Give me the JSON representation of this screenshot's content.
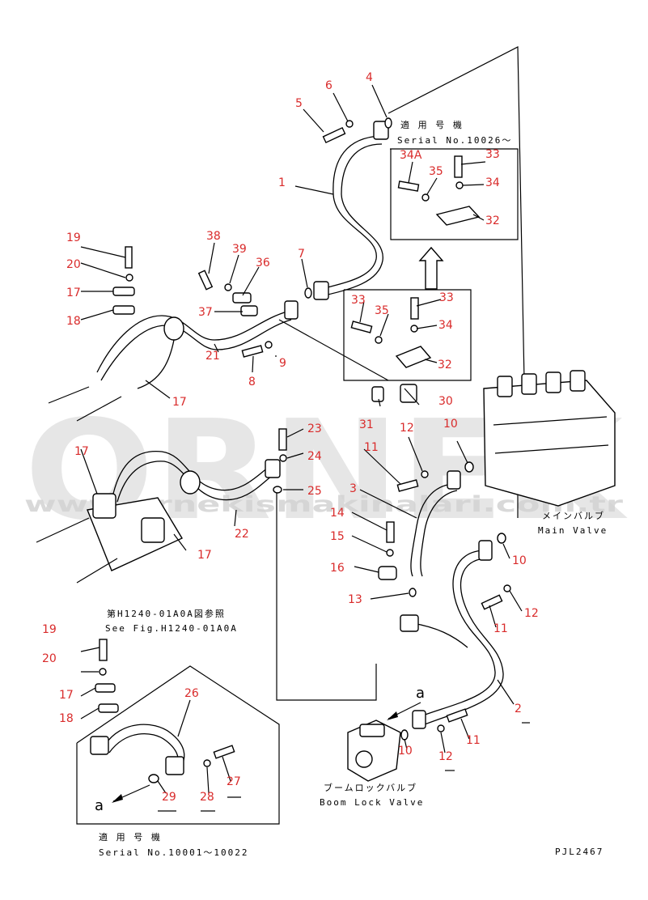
{
  "watermark": {
    "main": "ORNEK",
    "url": "www.ornekismakinalari.com.tr",
    "color": "#d3d3d3"
  },
  "notes": {
    "serial_top_jp": "適 用 号 機",
    "serial_top_en": "Serial No.10026～",
    "see_fig_jp": "第H1240-01A0A図参照",
    "see_fig_en": "See Fig.H1240-01A0A",
    "main_valve_jp": "メインバルブ",
    "main_valve_en": "Main Valve",
    "boom_lock_jp": "ブームロックバルブ",
    "boom_lock_en": "Boom Lock Valve",
    "serial_bottom_jp": "適 用 号 機",
    "serial_bottom_en": "Serial No.10001～10022",
    "drawing_code": "PJL2467",
    "letter_a_1": "a",
    "letter_a_2": "a"
  },
  "callouts": [
    {
      "id": "c1",
      "label": "1"
    },
    {
      "id": "c2",
      "label": "2"
    },
    {
      "id": "c3",
      "label": "3"
    },
    {
      "id": "c4",
      "label": "4"
    },
    {
      "id": "c5",
      "label": "5"
    },
    {
      "id": "c6",
      "label": "6"
    },
    {
      "id": "c7",
      "label": "7"
    },
    {
      "id": "c8",
      "label": "8"
    },
    {
      "id": "c9",
      "label": "9"
    },
    {
      "id": "c10a",
      "label": "10"
    },
    {
      "id": "c10b",
      "label": "10"
    },
    {
      "id": "c10c",
      "label": "10"
    },
    {
      "id": "c11a",
      "label": "11"
    },
    {
      "id": "c11b",
      "label": "11"
    },
    {
      "id": "c11c",
      "label": "11"
    },
    {
      "id": "c12a",
      "label": "12"
    },
    {
      "id": "c12b",
      "label": "12"
    },
    {
      "id": "c12c",
      "label": "12"
    },
    {
      "id": "c13",
      "label": "13"
    },
    {
      "id": "c14",
      "label": "14"
    },
    {
      "id": "c15",
      "label": "15"
    },
    {
      "id": "c16",
      "label": "16"
    },
    {
      "id": "c17a",
      "label": "17"
    },
    {
      "id": "c17b",
      "label": "17"
    },
    {
      "id": "c17c",
      "label": "17"
    },
    {
      "id": "c17d",
      "label": "17"
    },
    {
      "id": "c17e",
      "label": "17"
    },
    {
      "id": "c18a",
      "label": "18"
    },
    {
      "id": "c18b",
      "label": "18"
    },
    {
      "id": "c19a",
      "label": "19"
    },
    {
      "id": "c19b",
      "label": "19"
    },
    {
      "id": "c20a",
      "label": "20"
    },
    {
      "id": "c20b",
      "label": "20"
    },
    {
      "id": "c21",
      "label": "21"
    },
    {
      "id": "c22",
      "label": "22"
    },
    {
      "id": "c23",
      "label": "23"
    },
    {
      "id": "c24",
      "label": "24"
    },
    {
      "id": "c25",
      "label": "25"
    },
    {
      "id": "c26",
      "label": "26"
    },
    {
      "id": "c27",
      "label": "27"
    },
    {
      "id": "c28",
      "label": "28"
    },
    {
      "id": "c29",
      "label": "29"
    },
    {
      "id": "c30",
      "label": "30"
    },
    {
      "id": "c31",
      "label": "31"
    },
    {
      "id": "c32a",
      "label": "32"
    },
    {
      "id": "c32b",
      "label": "32"
    },
    {
      "id": "c33a",
      "label": "33"
    },
    {
      "id": "c33b",
      "label": "33"
    },
    {
      "id": "c33c",
      "label": "33"
    },
    {
      "id": "c34a",
      "label": "34"
    },
    {
      "id": "c34b",
      "label": "34"
    },
    {
      "id": "c34A",
      "label": "34A"
    },
    {
      "id": "c35a",
      "label": "35"
    },
    {
      "id": "c35b",
      "label": "35"
    },
    {
      "id": "c36",
      "label": "36"
    },
    {
      "id": "c37",
      "label": "37"
    },
    {
      "id": "c38",
      "label": "38"
    },
    {
      "id": "c39",
      "label": "39"
    }
  ]
}
